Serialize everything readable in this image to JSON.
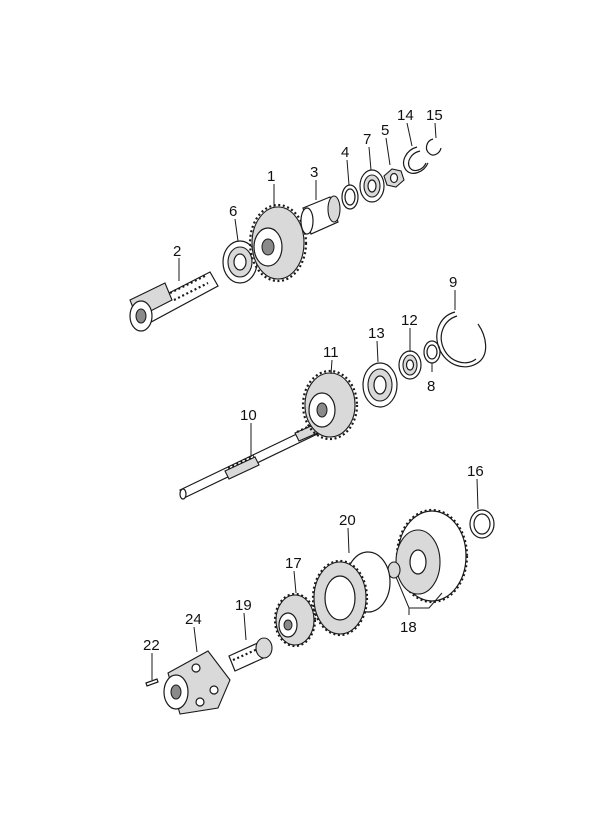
{
  "diagram": {
    "callouts": [
      "1",
      "2",
      "3",
      "4",
      "5",
      "6",
      "7",
      "8",
      "9",
      "10",
      "11",
      "12",
      "13",
      "14",
      "15",
      "16",
      "17",
      "18",
      "19",
      "20",
      "22",
      "24"
    ]
  }
}
